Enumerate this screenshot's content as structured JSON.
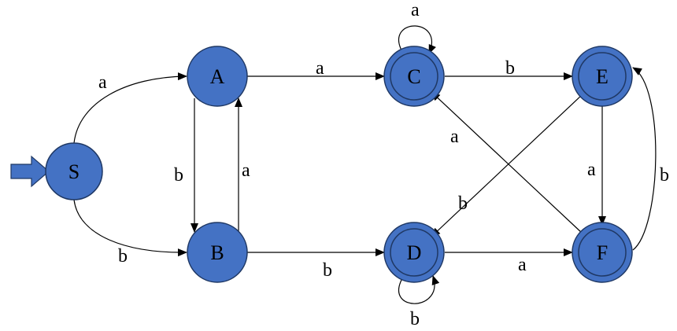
{
  "states": {
    "S": {
      "label": "S",
      "accepting": false
    },
    "A": {
      "label": "A",
      "accepting": false
    },
    "B": {
      "label": "B",
      "accepting": false
    },
    "C": {
      "label": "C",
      "accepting": true
    },
    "D": {
      "label": "D",
      "accepting": true
    },
    "E": {
      "label": "E",
      "accepting": true
    },
    "F": {
      "label": "F",
      "accepting": true
    }
  },
  "start_state": "S",
  "transitions": [
    {
      "from": "S",
      "to": "A",
      "symbol": "a"
    },
    {
      "from": "S",
      "to": "B",
      "symbol": "b"
    },
    {
      "from": "A",
      "to": "B",
      "symbol": "b"
    },
    {
      "from": "B",
      "to": "A",
      "symbol": "a"
    },
    {
      "from": "A",
      "to": "C",
      "symbol": "a"
    },
    {
      "from": "B",
      "to": "D",
      "symbol": "b"
    },
    {
      "from": "C",
      "to": "C",
      "symbol": "a"
    },
    {
      "from": "D",
      "to": "D",
      "symbol": "b"
    },
    {
      "from": "C",
      "to": "E",
      "symbol": "b"
    },
    {
      "from": "D",
      "to": "F",
      "symbol": "a"
    },
    {
      "from": "E",
      "to": "F",
      "symbol": "a"
    },
    {
      "from": "F",
      "to": "E",
      "symbol": "b"
    },
    {
      "from": "E",
      "to": "D",
      "symbol": "b"
    },
    {
      "from": "F",
      "to": "C",
      "symbol": "a"
    }
  ],
  "colors": {
    "state_fill": "#4472C4",
    "state_stroke": "#1F3864",
    "start_arrow": "#4472C4",
    "edge": "#000000"
  }
}
